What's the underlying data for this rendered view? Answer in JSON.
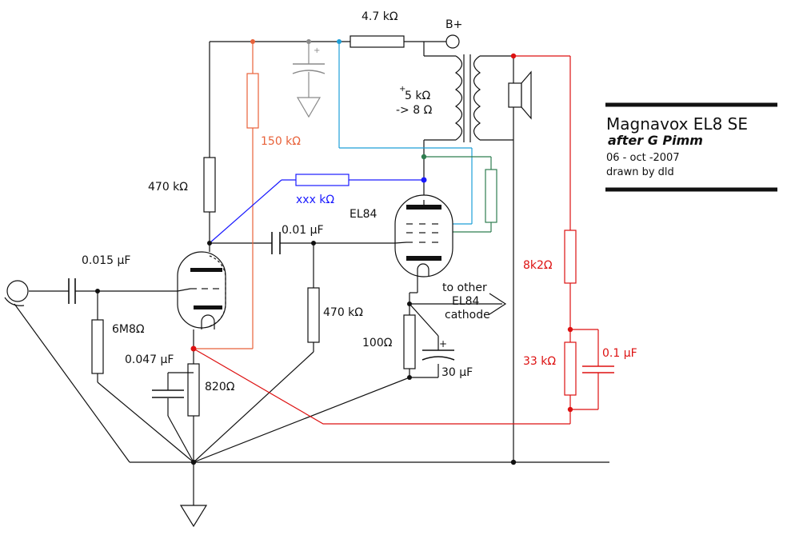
{
  "title": {
    "main": "Magnavox EL8 SE",
    "subtitle": "after G Pimm",
    "date": "06 - oct -2007",
    "credit": "drawn by dld"
  },
  "labels": {
    "b_plus": "B+",
    "r_b_plus": "4.7 kΩ",
    "transformer_primary": "5 kΩ",
    "transformer_secondary": "-> 8 Ω",
    "transformer_dot": "+",
    "r_feedback_150k": "150 kΩ",
    "r_plate_470k": "470 kΩ",
    "r_feedback_xxx": "xxx kΩ",
    "tube_output": "EL84",
    "c_coupling": "0.01 µF",
    "c_input": "0.015 µF",
    "r_grid_leak": "6M8Ω",
    "r_grid_470k": "470 kΩ",
    "c_cathode_1": "0.047 µF",
    "r_cathode_1": "820Ω",
    "r_cathode_2": "100Ω",
    "c_cathode_2": "30 µF",
    "c_cathode_2_polarity": "+",
    "other_cathode_line1": "to other",
    "other_cathode_line2": "EL84",
    "other_cathode_line3": "cathode",
    "r_divider_top": "8k2Ω",
    "r_divider_bottom": "33 kΩ",
    "c_divider": "0.1 µF",
    "filter_cap_polarity": "+"
  },
  "colors": {
    "wire": "#111111",
    "feedback_150k": "#e8623a",
    "feedback_xxx": "#1a1aff",
    "screen_wire": "#1e9fd8",
    "grid2_wire": "#2e7d4f",
    "divider": "#dd1111",
    "filter_cap": "#8a8a8a"
  }
}
